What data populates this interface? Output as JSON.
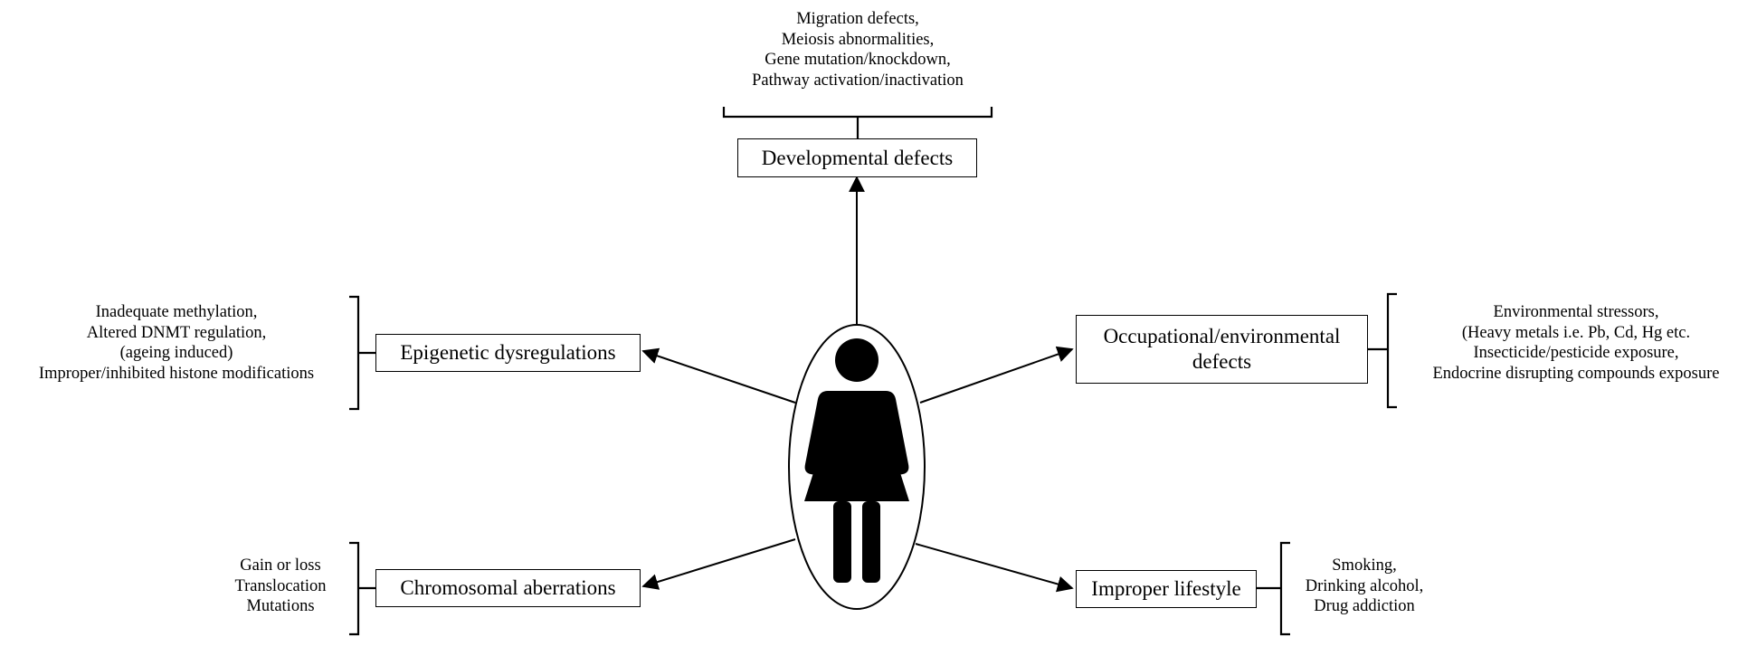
{
  "nodes": {
    "developmental": {
      "label": "Developmental defects"
    },
    "epigenetic": {
      "label": "Epigenetic dysregulations"
    },
    "occupational": {
      "label_line1": "Occupational/environmental",
      "label_line2": "defects"
    },
    "chromosomal": {
      "label": "Chromosomal aberrations"
    },
    "lifestyle": {
      "label": "Improper lifestyle"
    }
  },
  "annotations": {
    "developmental": [
      "Migration defects,",
      "Meiosis abnormalities,",
      "Gene mutation/knockdown,",
      "Pathway activation/inactivation"
    ],
    "epigenetic": [
      "Inadequate methylation,",
      "Altered DNMT regulation,",
      "(ageing induced)",
      "Improper/inhibited histone modifications"
    ],
    "occupational": [
      "Environmental stressors,",
      "(Heavy metals i.e. Pb, Cd, Hg etc.",
      "Insecticide/pesticide exposure,",
      "Endocrine disrupting compounds exposure"
    ],
    "chromosomal": [
      "Gain or loss",
      "Translocation",
      "Mutations"
    ],
    "lifestyle": [
      "Smoking,",
      "Drinking alcohol,",
      "Drug addiction"
    ]
  },
  "center": {
    "icon": "woman-figure-icon"
  }
}
